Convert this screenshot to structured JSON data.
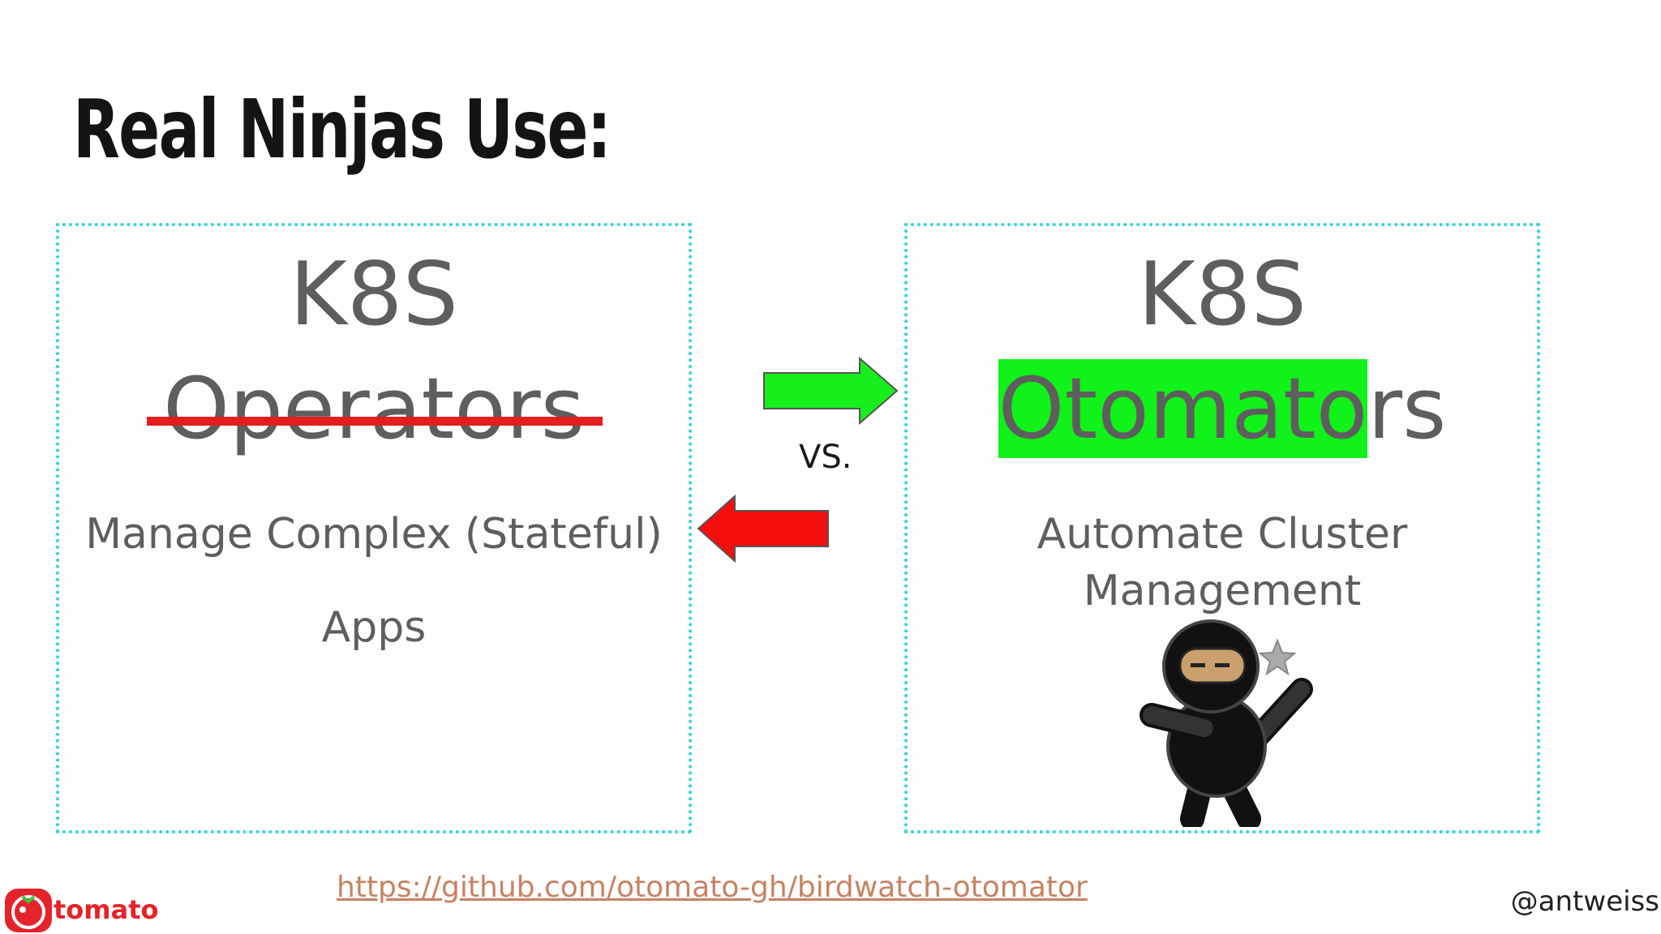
{
  "slide": {
    "title": "Real Ninjas Use:",
    "left": {
      "heading": "K8S",
      "struck_word": "Operators",
      "desc_line1": "Manage Complex (Stateful)",
      "desc_line2": "Apps"
    },
    "vs_label": "VS.",
    "right": {
      "heading": "K8S",
      "highlighted_part": "Otomato",
      "rest_part": "rs",
      "desc_line1": "Automate Cluster",
      "desc_line2": "Management"
    },
    "link": "https://github.com/otomato-gh/birdwatch-otomator",
    "brand": "tomato",
    "handle": "@antweiss"
  },
  "colors": {
    "panel_border": "#31d6d6",
    "strike": "#e21e1e",
    "highlight": "#11f11a",
    "arrow_right": "#17ef1d",
    "arrow_left": "#f40e0e",
    "link": "#c78262",
    "brand": "#e4242a"
  },
  "icons": {
    "arrow_right": "arrow-right-icon",
    "arrow_left": "arrow-left-icon",
    "ninja": "ninja-icon",
    "brand_logo": "tomato-logo-icon"
  }
}
